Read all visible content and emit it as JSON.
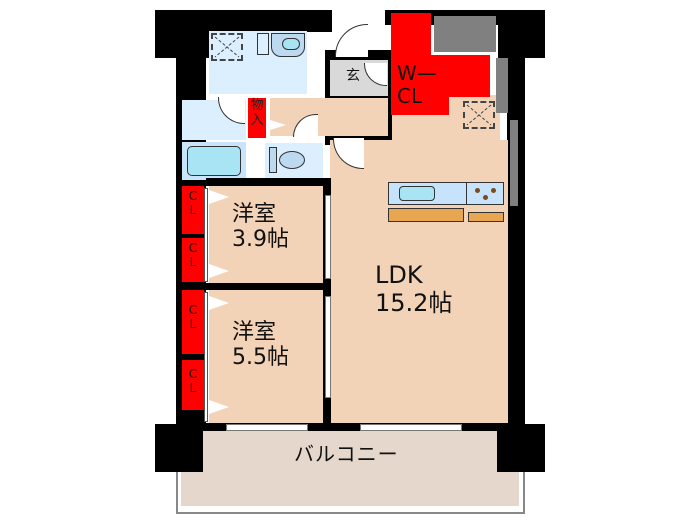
{
  "floor_plan": {
    "rooms": {
      "ldk": {
        "name": "LDK",
        "size": "15.2帖"
      },
      "western_room_1": {
        "name": "洋室",
        "size": "3.9帖"
      },
      "western_room_2": {
        "name": "洋室",
        "size": "5.5帖"
      },
      "balcony": {
        "name": "バルコニー"
      },
      "walk_in_closet": {
        "line1": "W—",
        "line2": "CL"
      },
      "entrance": {
        "name": "玄"
      },
      "storage": {
        "line1": "物",
        "line2": "入"
      }
    },
    "closets": [
      {
        "c": "C",
        "l": "L"
      },
      {
        "c": "C",
        "l": "L"
      },
      {
        "c": "C",
        "l": "L"
      },
      {
        "c": "C",
        "l": "L"
      }
    ],
    "colors": {
      "wall": "#000000",
      "room_floor": "#f3d3b7",
      "wet_area": "#dcefff",
      "closet": "#ff0000",
      "entrance": "#d9d9d9",
      "pipe_space": "#808080",
      "balcony": "#e5d7cb",
      "counter": "#e8a650"
    }
  }
}
